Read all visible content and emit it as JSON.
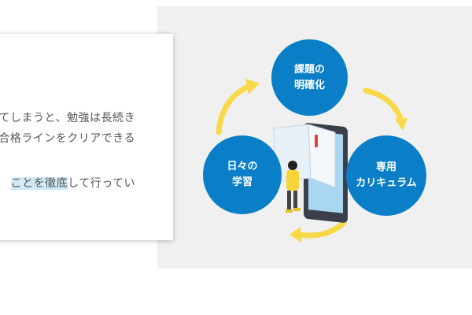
{
  "text_card": {
    "lines": [
      "てしまうと、勉強は長続き",
      "合格ラインをクリアできる"
    ],
    "line3_highlight": "ことを徹底",
    "line3_rest": "して行ってい"
  },
  "diagram": {
    "top": {
      "line1": "課題の",
      "line2": "明確化"
    },
    "left": {
      "line1": "日々の",
      "line2": "学習"
    },
    "right": {
      "line1": "専用",
      "line2": "カリキュラム"
    }
  },
  "colors": {
    "circle": "#0a7fc8",
    "arrow": "#f9d949",
    "panel": "#f0f0f0"
  }
}
